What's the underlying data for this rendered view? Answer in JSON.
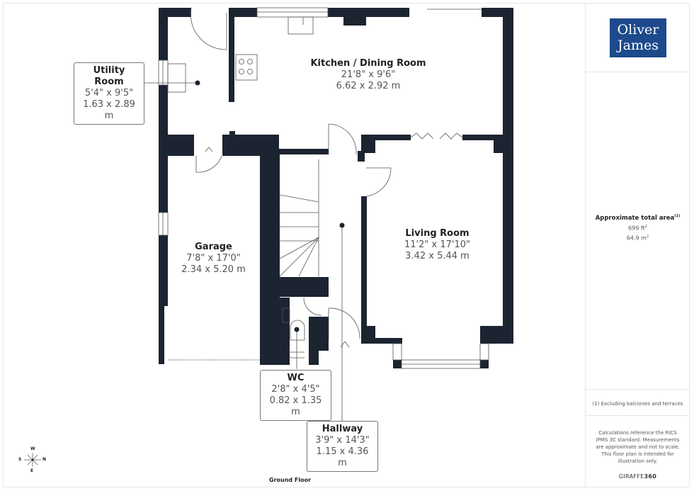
{
  "floor": {
    "name": "Ground Floor",
    "rooms": [
      {
        "id": "utility",
        "name": "Utility Room",
        "imperial": "5'4\" x 9'5\"",
        "metric": "1.63 x 2.89 m"
      },
      {
        "id": "kitchen",
        "name": "Kitchen / Dining Room",
        "imperial": "21'8\" x 9'6\"",
        "metric": "6.62 x 2.92 m"
      },
      {
        "id": "garage",
        "name": "Garage",
        "imperial": "7'8\" x 17'0\"",
        "metric": "2.34 x 5.20 m"
      },
      {
        "id": "living",
        "name": "Living Room",
        "imperial": "11'2\" x 17'10\"",
        "metric": "3.42 x 5.44 m"
      },
      {
        "id": "wc",
        "name": "WC",
        "imperial": "2'8\" x 4'5\"",
        "metric": "0.82 x 1.35 m"
      },
      {
        "id": "hallway",
        "name": "Hallway",
        "imperial": "3'9\" x 14'3\"",
        "metric": "1.15 x 4.36 m"
      }
    ]
  },
  "compass": {
    "top": "W",
    "left": "S",
    "right": "N",
    "bottom": "E"
  },
  "sidebar": {
    "logo_line1": "Oliver",
    "logo_line2": "James",
    "area_title": "Approximate total area",
    "area_note_ref": "(1)",
    "area_ft": "699 ft",
    "area_ft_unit_sup": "2",
    "area_m": "64.9 m",
    "area_m_unit_sup": "2",
    "footnote": "(1) Excluding balconies and terraces",
    "disclaimer": "Calculations reference the RICS IPMS 3C standard. Measurements are approximate and not to scale. This floor plan is intended for illustration only.",
    "brand_a": "GIRAFFE",
    "brand_b": "360"
  },
  "colors": {
    "wall": "#1b2430",
    "logo_bg": "#1d4a8c",
    "line": "#555555"
  }
}
